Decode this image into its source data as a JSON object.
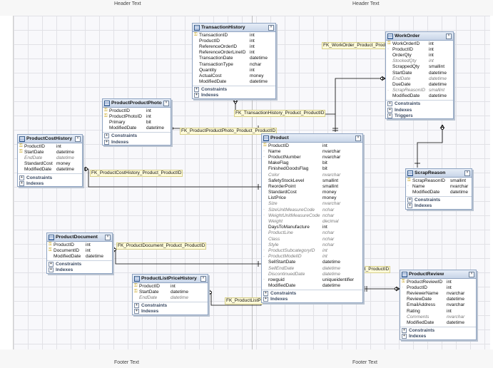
{
  "page": {
    "header_left": "Header Text",
    "header_right": "Header Text",
    "footer_left": "Footer Text",
    "footer_right": "Footer Text"
  },
  "sections": {
    "constraints": "Constraints",
    "indexes": "Indexes",
    "triggers": "Triggers"
  },
  "tables": {
    "transaction_history": {
      "title": "TransactionHistory",
      "columns": [
        {
          "name": "TransactionID",
          "type": "int",
          "pk": true
        },
        {
          "name": "ProductID",
          "type": "int"
        },
        {
          "name": "ReferenceOrderID",
          "type": "int"
        },
        {
          "name": "ReferenceOrderLineID",
          "type": "int"
        },
        {
          "name": "TransactionDate",
          "type": "datetime"
        },
        {
          "name": "TransactionType",
          "type": "nchar"
        },
        {
          "name": "Quantity",
          "type": "int"
        },
        {
          "name": "ActualCost",
          "type": "money"
        },
        {
          "name": "ModifiedDate",
          "type": "datetime"
        }
      ]
    },
    "work_order": {
      "title": "WorkOrder",
      "columns": [
        {
          "name": "WorkOrderID",
          "type": "int",
          "pk": true
        },
        {
          "name": "ProductID",
          "type": "int",
          "key": true
        },
        {
          "name": "OrderQty",
          "type": "int"
        },
        {
          "name": "StockedQty",
          "type": "int",
          "italic": true
        },
        {
          "name": "ScrappedQty",
          "type": "smallint"
        },
        {
          "name": "StartDate",
          "type": "datetime"
        },
        {
          "name": "EndDate",
          "type": "datetime",
          "italic": true
        },
        {
          "name": "DueDate",
          "type": "datetime"
        },
        {
          "name": "ScrapReasonID",
          "type": "smallint",
          "italic": true,
          "key": true
        },
        {
          "name": "ModifiedDate",
          "type": "datetime"
        }
      ]
    },
    "product_product_photo": {
      "title": "ProductProductPhoto",
      "columns": [
        {
          "name": "ProductID",
          "type": "int",
          "pk": true
        },
        {
          "name": "ProductPhotoID",
          "type": "int",
          "pk": true
        },
        {
          "name": "Primary",
          "type": "bit"
        },
        {
          "name": "ModifiedDate",
          "type": "datetime"
        }
      ]
    },
    "product_cost_history": {
      "title": "ProductCostHistory",
      "columns": [
        {
          "name": "ProductID",
          "type": "int",
          "pk": true
        },
        {
          "name": "StartDate",
          "type": "datetime",
          "pk": true
        },
        {
          "name": "EndDate",
          "type": "datetime",
          "italic": true
        },
        {
          "name": "StandardCost",
          "type": "money"
        },
        {
          "name": "ModifiedDate",
          "type": "datetime"
        }
      ]
    },
    "product": {
      "title": "Product",
      "columns": [
        {
          "name": "ProductID",
          "type": "int",
          "pk": true
        },
        {
          "name": "Name",
          "type": "nvarchar",
          "key": true
        },
        {
          "name": "ProductNumber",
          "type": "nvarchar",
          "key": true
        },
        {
          "name": "MakeFlag",
          "type": "bit"
        },
        {
          "name": "FinishedGoodsFlag",
          "type": "bit"
        },
        {
          "name": "Color",
          "type": "nvarchar",
          "italic": true
        },
        {
          "name": "SafetyStockLevel",
          "type": "smallint"
        },
        {
          "name": "ReorderPoint",
          "type": "smallint"
        },
        {
          "name": "StandardCost",
          "type": "money"
        },
        {
          "name": "ListPrice",
          "type": "money"
        },
        {
          "name": "Size",
          "type": "nvarchar",
          "italic": true
        },
        {
          "name": "SizeUnitMeasureCode",
          "type": "nchar",
          "italic": true,
          "key": true
        },
        {
          "name": "WeightUnitMeasureCode",
          "type": "nchar",
          "italic": true,
          "key": true
        },
        {
          "name": "Weight",
          "type": "decimal",
          "italic": true
        },
        {
          "name": "DaysToManufacture",
          "type": "int"
        },
        {
          "name": "ProductLine",
          "type": "nchar",
          "italic": true
        },
        {
          "name": "Class",
          "type": "nchar",
          "italic": true
        },
        {
          "name": "Style",
          "type": "nchar",
          "italic": true
        },
        {
          "name": "ProductSubcategoryID",
          "type": "int",
          "italic": true,
          "key": true
        },
        {
          "name": "ProductModelID",
          "type": "int",
          "italic": true,
          "key": true
        },
        {
          "name": "SellStartDate",
          "type": "datetime"
        },
        {
          "name": "SellEndDate",
          "type": "datetime",
          "italic": true
        },
        {
          "name": "DiscontinuedDate",
          "type": "datetime",
          "italic": true
        },
        {
          "name": "rowguid",
          "type": "uniqueidentifier",
          "key": true
        },
        {
          "name": "ModifiedDate",
          "type": "datetime"
        }
      ]
    },
    "scrap_reason": {
      "title": "ScrapReason",
      "columns": [
        {
          "name": "ScrapReasonID",
          "type": "smallint",
          "pk": true
        },
        {
          "name": "Name",
          "type": "nvarchar",
          "key": true
        },
        {
          "name": "ModifiedDate",
          "type": "datetime"
        }
      ]
    },
    "product_document": {
      "title": "ProductDocument",
      "columns": [
        {
          "name": "ProductID",
          "type": "int",
          "pk": true
        },
        {
          "name": "DocumentID",
          "type": "int",
          "pk": true
        },
        {
          "name": "ModifiedDate",
          "type": "datetime"
        }
      ]
    },
    "product_list_price_history": {
      "title": "ProductListPriceHistory",
      "columns": [
        {
          "name": "ProductID",
          "type": "int",
          "pk": true
        },
        {
          "name": "StartDate",
          "type": "datetime",
          "pk": true
        },
        {
          "name": "EndDate",
          "type": "datetime",
          "italic": true
        }
      ]
    },
    "product_review": {
      "title": "ProductReview",
      "columns": [
        {
          "name": "ProductReviewID",
          "type": "int",
          "pk": true
        },
        {
          "name": "ProductID",
          "type": "int",
          "key": true
        },
        {
          "name": "ReviewerName",
          "type": "nvarchar"
        },
        {
          "name": "ReviewDate",
          "type": "datetime"
        },
        {
          "name": "EmailAddress",
          "type": "nvarchar"
        },
        {
          "name": "Rating",
          "type": "int"
        },
        {
          "name": "Comments",
          "type": "nvarchar",
          "italic": true
        },
        {
          "name": "ModifiedDate",
          "type": "datetime"
        }
      ]
    }
  },
  "relationships": {
    "transaction_history": "FK_TransactionHistory_Product_ProductID",
    "work_order": "FK_WorkOrder_Product_ProductID",
    "product_photo": "FK_ProductProductPhoto_Product_ProductID",
    "cost_history": "FK_ProductCostHistory_Product_ProductID",
    "document": "FK_ProductDocument_Product_ProductID",
    "review": "FK_ProductReview_Product_ProductID",
    "list_price_history": "FK_ProductListPriceHistory_Product_ProductID"
  }
}
